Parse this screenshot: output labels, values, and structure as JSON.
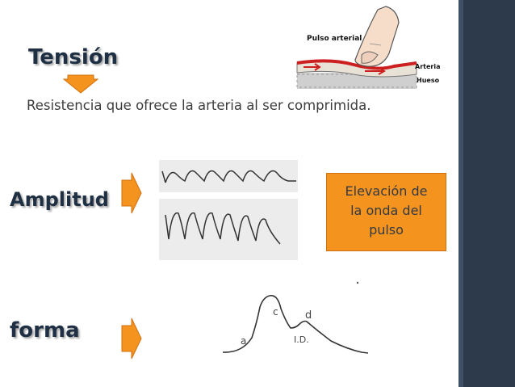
{
  "slide": {
    "tension_title": "Tensión",
    "tension_desc": "Resistencia que ofrece la arteria al ser comprimida.",
    "amplitud_title": "Amplitud",
    "forma_title": "forma",
    "callout_lines": [
      "Elevación de",
      "la onda del",
      "pulso"
    ]
  },
  "illustration": {
    "pulse_label": "Pulso arterial",
    "artery_label": "Arteria",
    "bone_label": "Hueso"
  },
  "waveform_labels": {
    "a": "a",
    "c": "c",
    "d": "d",
    "id": "I.D."
  },
  "colors": {
    "accent": "#f4931e",
    "heading": "#1f2f44",
    "sidebar": "#2c3a4c",
    "artery": "#cc2020"
  },
  "icons": {
    "arrow_down": "arrow-down-icon",
    "arrow_right": "arrow-right-icon"
  }
}
